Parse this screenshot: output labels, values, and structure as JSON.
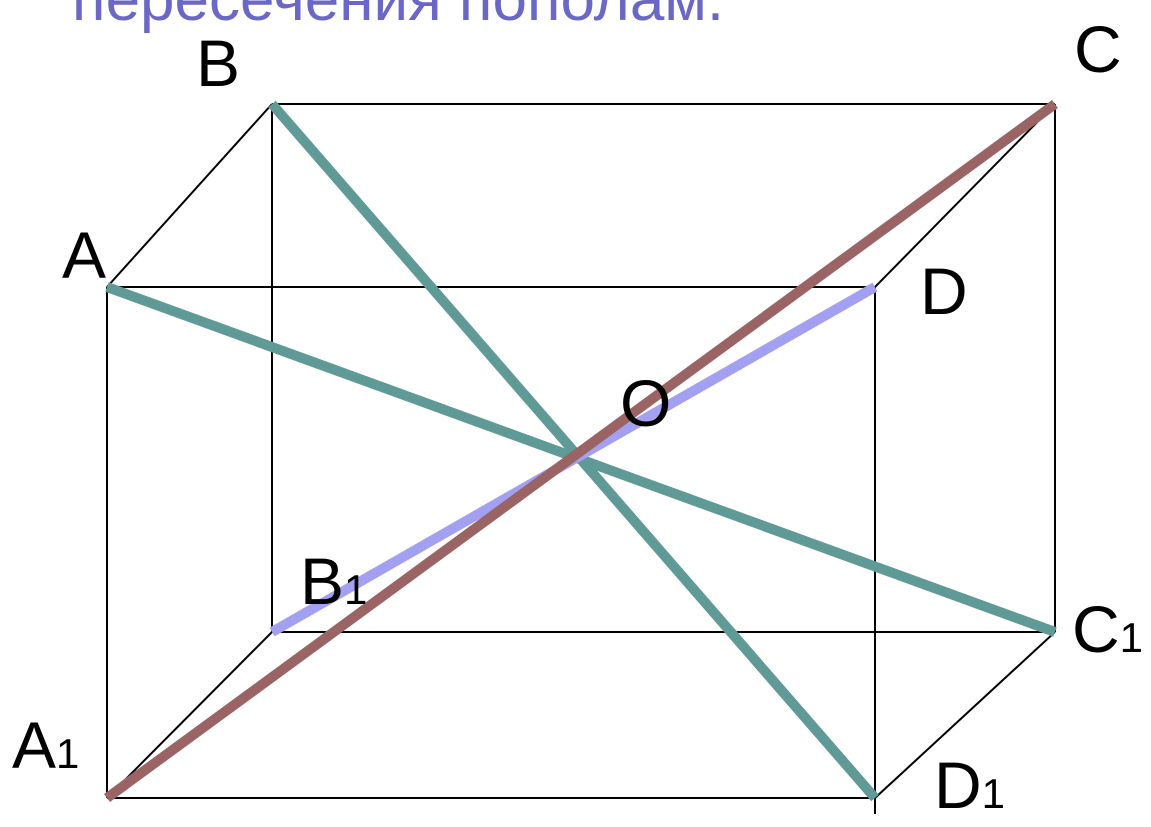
{
  "caption": "пересечения пополам.",
  "colors": {
    "caption": "#6a67c6",
    "edge": "#000000",
    "diagonal_teal": "#5f9a96",
    "diagonal_brown": "#9a6464",
    "diagonal_lavender": "#a3a0f2"
  },
  "vertices": {
    "A": {
      "name": "A",
      "sub": ""
    },
    "B": {
      "name": "B",
      "sub": ""
    },
    "C": {
      "name": "C",
      "sub": ""
    },
    "D": {
      "name": "D",
      "sub": ""
    },
    "A1": {
      "name": "A",
      "sub": "1"
    },
    "B1": {
      "name": "B",
      "sub": "1"
    },
    "C1": {
      "name": "C",
      "sub": "1"
    },
    "D1": {
      "name": "D",
      "sub": "1"
    },
    "O": {
      "name": "O",
      "sub": ""
    }
  },
  "diagonals": [
    {
      "from": "B",
      "to": "D1",
      "color": "diagonal_teal"
    },
    {
      "from": "A",
      "to": "C1",
      "color": "diagonal_teal"
    },
    {
      "from": "B1",
      "to": "D",
      "color": "diagonal_lavender"
    },
    {
      "from": "A1",
      "to": "C",
      "color": "diagonal_brown"
    }
  ]
}
